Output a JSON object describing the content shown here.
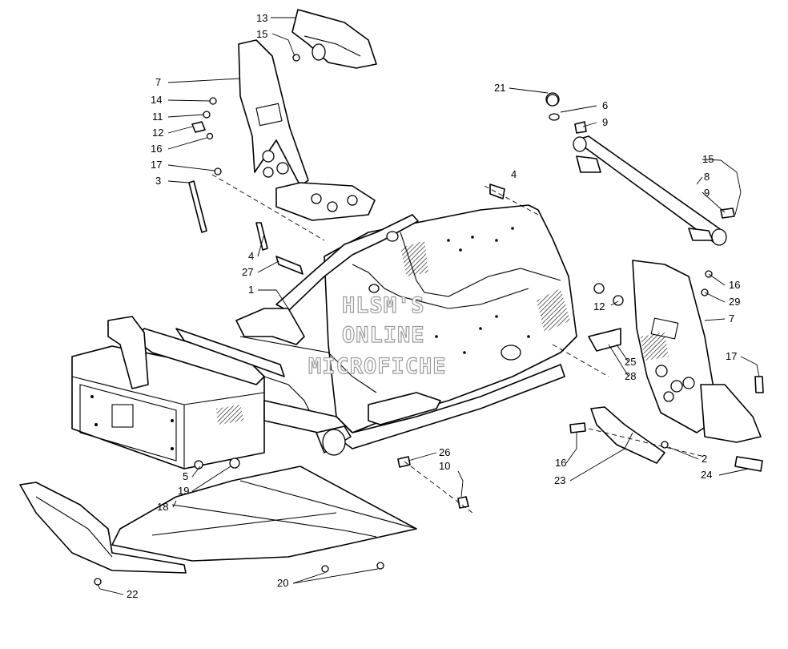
{
  "diagram": {
    "watermark": [
      "HLSM'S",
      "ONLINE",
      "MICROFICHE"
    ],
    "callouts": [
      {
        "id": "c13",
        "label": "13"
      },
      {
        "id": "c15a",
        "label": "15"
      },
      {
        "id": "c7a",
        "label": "7"
      },
      {
        "id": "c14",
        "label": "14"
      },
      {
        "id": "c11",
        "label": "11"
      },
      {
        "id": "c12a",
        "label": "12"
      },
      {
        "id": "c16a",
        "label": "16"
      },
      {
        "id": "c17a",
        "label": "17"
      },
      {
        "id": "c3",
        "label": "3"
      },
      {
        "id": "c4a",
        "label": "4"
      },
      {
        "id": "c4b",
        "label": "4"
      },
      {
        "id": "c27",
        "label": "27"
      },
      {
        "id": "c1",
        "label": "1"
      },
      {
        "id": "c21",
        "label": "21"
      },
      {
        "id": "c6",
        "label": "6"
      },
      {
        "id": "c9a",
        "label": "9"
      },
      {
        "id": "c15b",
        "label": "15"
      },
      {
        "id": "c8",
        "label": "8"
      },
      {
        "id": "c9b",
        "label": "9"
      },
      {
        "id": "c16b",
        "label": "16"
      },
      {
        "id": "c29",
        "label": "29"
      },
      {
        "id": "c12b",
        "label": "12"
      },
      {
        "id": "c7b",
        "label": "7"
      },
      {
        "id": "c25",
        "label": "25"
      },
      {
        "id": "c28",
        "label": "28"
      },
      {
        "id": "c17b",
        "label": "17"
      },
      {
        "id": "c16c",
        "label": "16"
      },
      {
        "id": "c2",
        "label": "2"
      },
      {
        "id": "c23",
        "label": "23"
      },
      {
        "id": "c24",
        "label": "24"
      },
      {
        "id": "c26",
        "label": "26"
      },
      {
        "id": "c10",
        "label": "10"
      },
      {
        "id": "c5",
        "label": "5"
      },
      {
        "id": "c19",
        "label": "19"
      },
      {
        "id": "c18",
        "label": "18"
      },
      {
        "id": "c20",
        "label": "20"
      },
      {
        "id": "c22",
        "label": "22"
      }
    ]
  }
}
